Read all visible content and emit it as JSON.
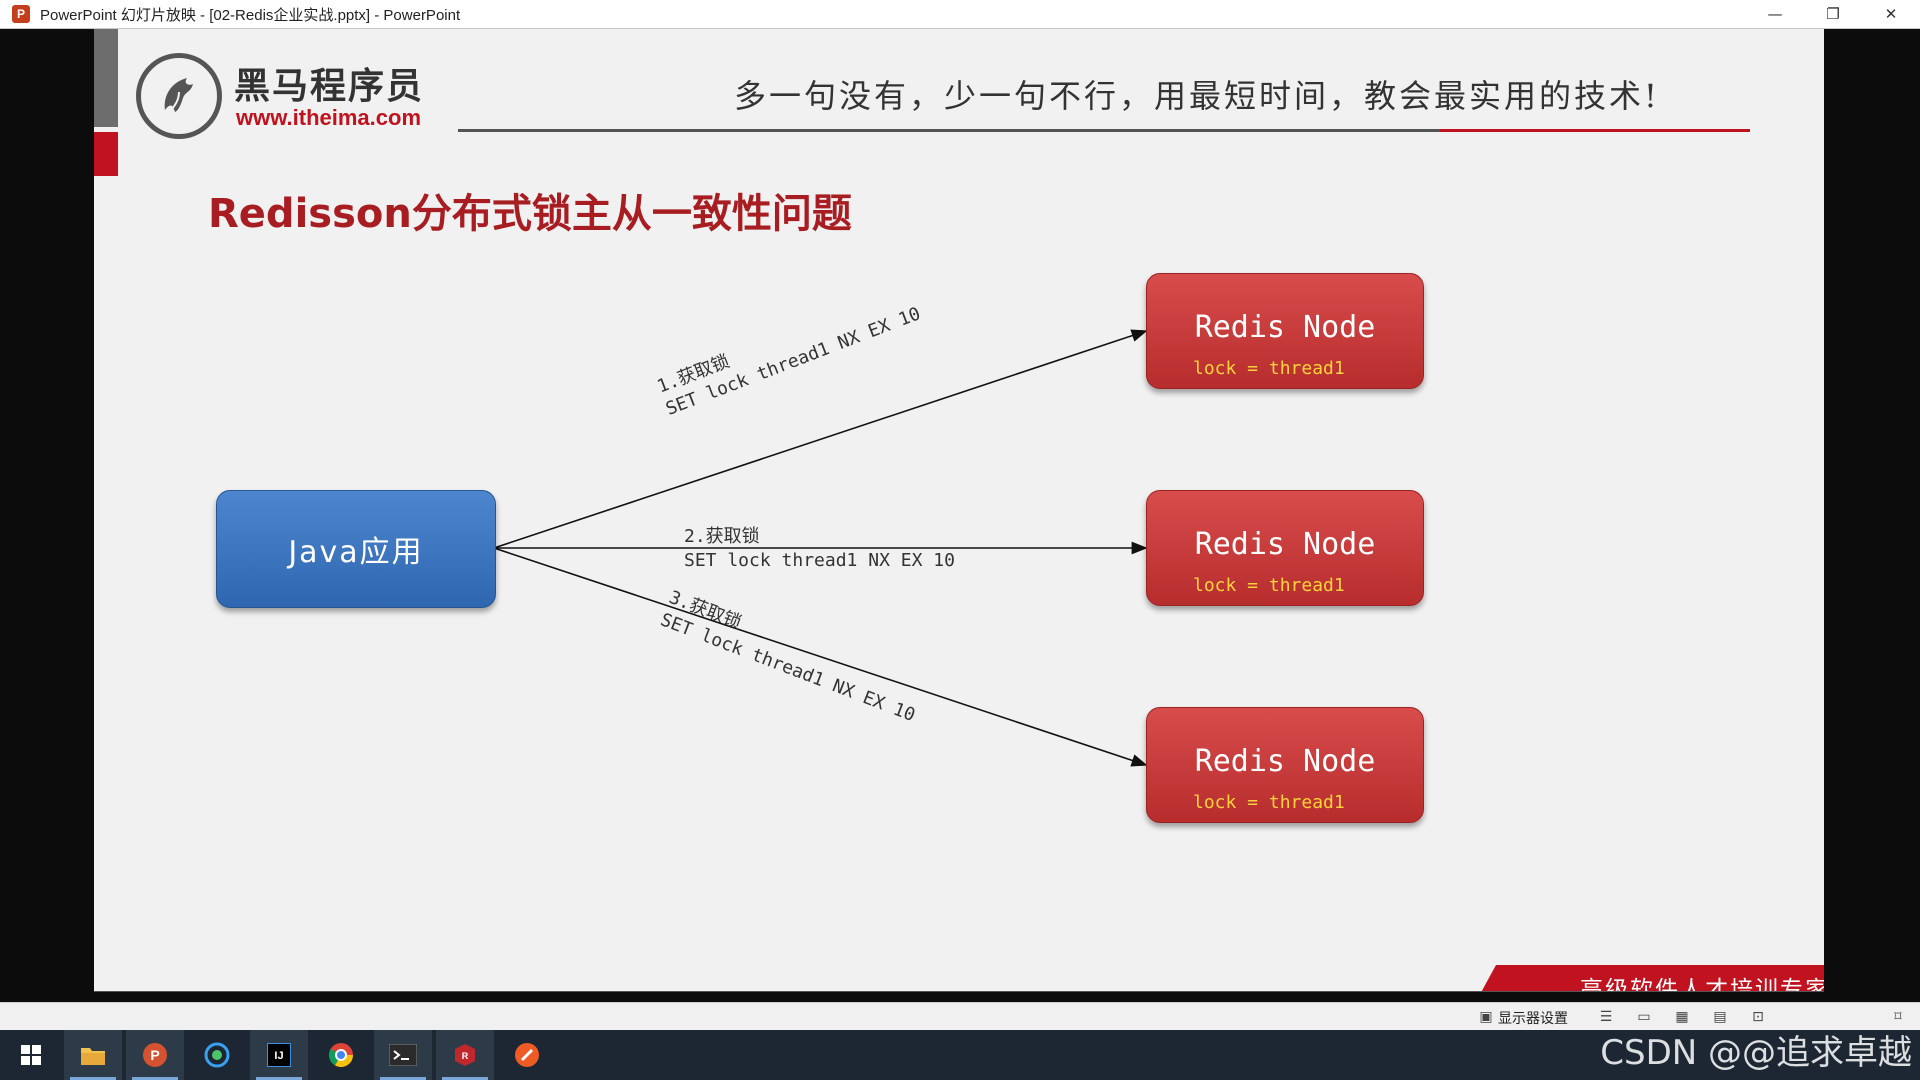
{
  "window": {
    "title": "PowerPoint 幻灯片放映 - [02-Redis企业实战.pptx] - PowerPoint",
    "app_icon_letter": "P",
    "minimize": "—",
    "restore": "❐",
    "close": "✕"
  },
  "slide": {
    "logo_name": "黑马程序员",
    "logo_url": "www.itheima.com",
    "slogan": "多一句没有，少一句不行，用最短时间，教会最实用的技术!",
    "title": "Redisson分布式锁主从一致性问题",
    "java_box": "Java应用",
    "nodes": [
      {
        "title": "Redis Node",
        "value": "lock = thread1"
      },
      {
        "title": "Redis Node",
        "value": "lock = thread1"
      },
      {
        "title": "Redis Node",
        "value": "lock = thread1"
      }
    ],
    "arrows": [
      {
        "step": "1.获取锁",
        "command": "SET lock thread1 NX EX 10"
      },
      {
        "step": "2.获取锁",
        "command": "SET lock thread1 NX EX 10"
      },
      {
        "step": "3.获取锁",
        "command": "SET lock thread1 NX EX 10"
      }
    ],
    "banner": "高级软件人才培训专家"
  },
  "statusbar": {
    "display_settings": "显示器设置"
  },
  "taskbar": {
    "items": [
      "windows-start",
      "file-explorer",
      "powerpoint",
      "browser-edge",
      "intellij-idea",
      "chrome",
      "terminal",
      "redis-desktop",
      "postman"
    ]
  },
  "watermark": "CSDN @@追求卓越",
  "colors": {
    "accent_red": "#c1121f",
    "title_red": "#a81d22",
    "java_blue": "#3a73bd",
    "node_red": "#c73a3a",
    "lock_yellow": "#ffd43a"
  }
}
